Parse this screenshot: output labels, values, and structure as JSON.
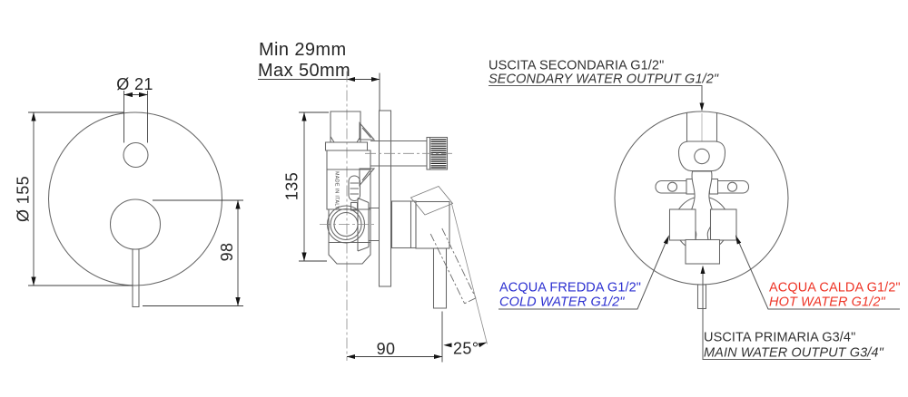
{
  "front_view": {
    "plate_diameter": "Ø 155",
    "button_diameter": "Ø 21",
    "handle_reach": "98"
  },
  "side_view": {
    "wall_depth_min": "Min 29mm",
    "wall_depth_max": "Max 50mm",
    "body_height": "135",
    "handle_depth": "90",
    "handle_angle": "25°",
    "body_marking": "MADE IN ITALY"
  },
  "rear_view": {
    "secondary_output": {
      "line1": "USCITA SECONDARIA G1/2\"",
      "line2": "SECONDARY WATER OUTPUT G1/2\"",
      "color": "#313131"
    },
    "cold_inlet": {
      "line1": "ACQUA FREDDA G1/2\"",
      "line2": "COLD WATER G1/2\"",
      "color": "#2b2fd0"
    },
    "hot_inlet": {
      "line1": "ACQUA CALDA G1/2\"",
      "line2": "HOT WATER G1/2\"",
      "color": "#ee3426"
    },
    "primary_output": {
      "line1": "USCITA PRIMARIA G3/4\"",
      "line2": "MAIN WATER OUTPUT G3/4\"",
      "color": "#313131"
    }
  }
}
